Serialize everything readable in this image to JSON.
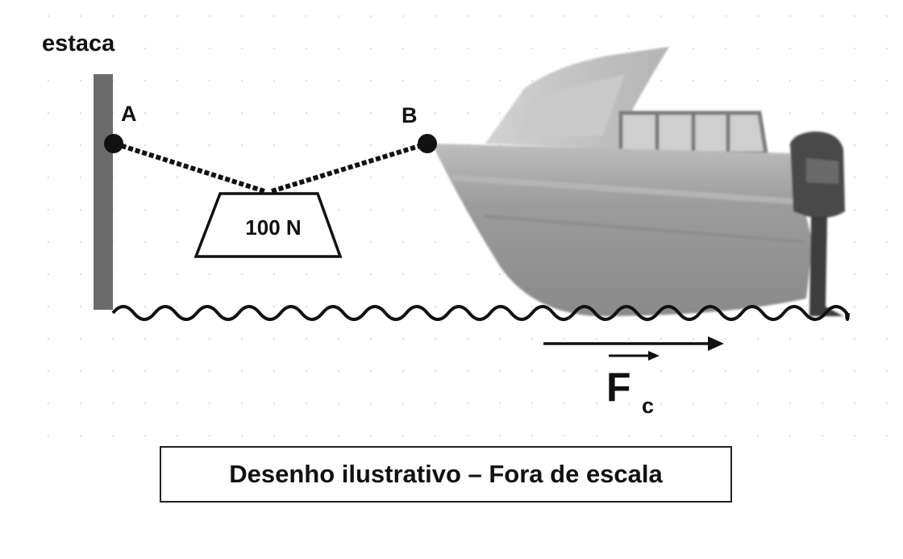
{
  "labels": {
    "stake": "estaca",
    "point_a": "A",
    "point_b": "B",
    "weight": "100 N",
    "force_symbol": "F",
    "force_subscript": "c"
  },
  "caption": "Desenho ilustrativo – Fora de escala",
  "colors": {
    "stake": "#6b6b6b",
    "rope": "#111111",
    "water": "#111111",
    "boat_hull": "#9a9a9a",
    "boat_cabin": "#b8b8b8",
    "motor": "#4a4a4a"
  }
}
